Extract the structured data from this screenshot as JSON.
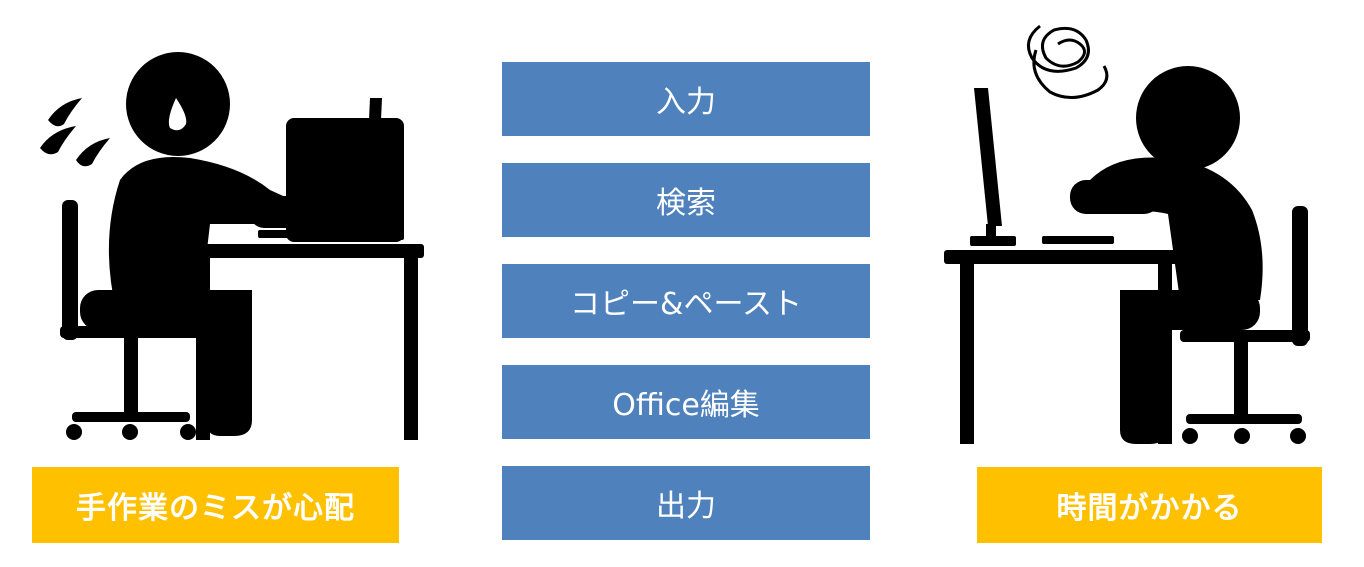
{
  "steps": [
    {
      "label": "入力"
    },
    {
      "label": "検索"
    },
    {
      "label": "コピー&ペースト"
    },
    {
      "label": "Office編集"
    },
    {
      "label": "出力"
    }
  ],
  "captions": {
    "left": "手作業のミスが心配",
    "right": "時間がかかる"
  },
  "colors": {
    "step_fill": "#4F81BD",
    "caption_fill": "#FFC000",
    "text": "#FFFFFF",
    "figure": "#000000"
  },
  "icons": {
    "left": "worried-office-worker-icon",
    "right": "frustrated-office-worker-icon"
  }
}
